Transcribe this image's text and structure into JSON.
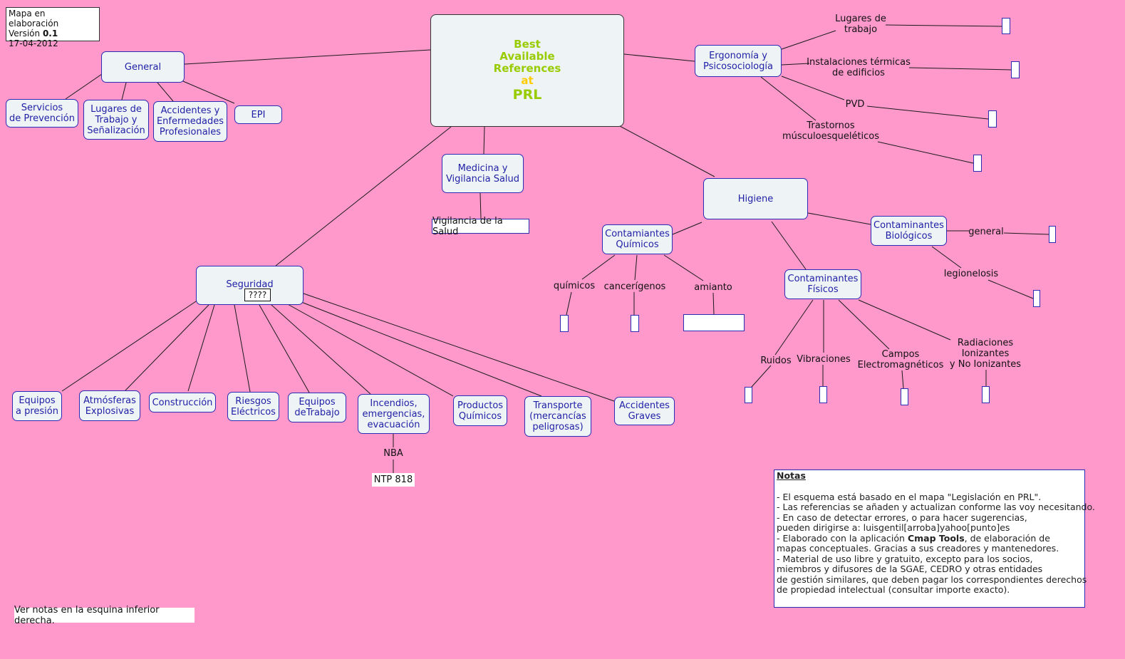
{
  "info": {
    "line1": "Mapa en elaboración",
    "version_prefix": "Versión ",
    "version": "0.1",
    "date": "17-04-2012"
  },
  "central": {
    "line1": "Best",
    "line2": "Available",
    "line3": "References",
    "line4": "at",
    "line5": "PRL"
  },
  "nodes": {
    "general": "General",
    "servicios": "Servicios\nde Prevención",
    "lugares_senal": "Lugares de\nTrabajo y\nSeñalización",
    "accidentes_enf": "Accidentes y\nEnfermedades\nProfesionales",
    "epi": "EPI",
    "medicina": "Medicina y\nVigilancia Salud",
    "ergonomia": "Ergonomía y\nPsicosociología",
    "higiene": "Higiene",
    "cont_quimicos": "Contamiantes\nQuímicos",
    "cont_biologicos": "Contaminantes\nBiológicos",
    "cont_fisicos": "Contaminantes\nFísicos",
    "seguridad": "Seguridad",
    "equipos_presion": "Equipos\na presión",
    "atmosferas": "Atmósferas\nExplosivas",
    "construccion": "Construcción",
    "riesgos_electricos": "Riesgos\nEléctricos",
    "equipos_trabajo": "Equipos\ndeTrabajo",
    "incendios": "Incendios,\nemergencias,\nevacuación",
    "productos_quimicos": "Productos\nQuímicos",
    "transporte": "Transporte\n(mercancías\npeligrosas)",
    "accidentes_graves": "Accidentes\nGraves"
  },
  "phrases": {
    "lugares_trabajo": "Lugares de\ntrabajo",
    "instalaciones": "Instalaciones térmicas\nde edificios",
    "pvd": "PVD",
    "trastornos": "Trastornos\nmúsculoesqueléticos",
    "general_bio": "general",
    "legionelosis": "legionelosis",
    "quimicos": "químicos",
    "cancerigenos": "cancerígenos",
    "amianto": "amianto",
    "ruidos": "Ruidos",
    "vibraciones": "Vibraciones",
    "campos": "Campos\nElectromagnéticos",
    "radiaciones": "Radiaciones\nIonizantes\ny No Ionizantes",
    "nba": "NBA"
  },
  "boxes": {
    "vigilancia": "Vigilancia de la Salud",
    "ntp": "NTP 818",
    "seguridad_placeholder": "????",
    "ver_notas": "Ver notas en la esquina inferior derecha."
  },
  "notes": {
    "title": "Notas",
    "lines": [
      "- El esquema está basado en el mapa \"Legislación en PRL\".",
      "- Las referencias se añaden y actualizan conforme las voy necesitando.",
      "- En caso de detectar errores, o para hacer sugerencias,",
      "pueden dirigirse a: luisgentil[arroba]yahoo[punto]es"
    ],
    "line5_prefix": "- Elaborado con la aplicación ",
    "line5_bold": "Cmap Tools",
    "line5_suffix": ", de elaboración de",
    "lines_after": [
      "mapas conceptuales. Gracias a sus creadores y mantenedores.",
      "- Material de uso libre y gratuito, excepto para los socios,",
      "miembros y difusores de la SGAE, CEDRO y otras entidades",
      "de gestión similares, que deben pagar los correspondientes derechos",
      "de propiedad intelectual (consultar importe exacto)."
    ]
  },
  "colors": {
    "background": "#ff99cc",
    "node_border": "#2b2bb3",
    "node_text": "#1f1fa6",
    "central_title": "#99cc00",
    "central_at": "#ffcc00"
  }
}
